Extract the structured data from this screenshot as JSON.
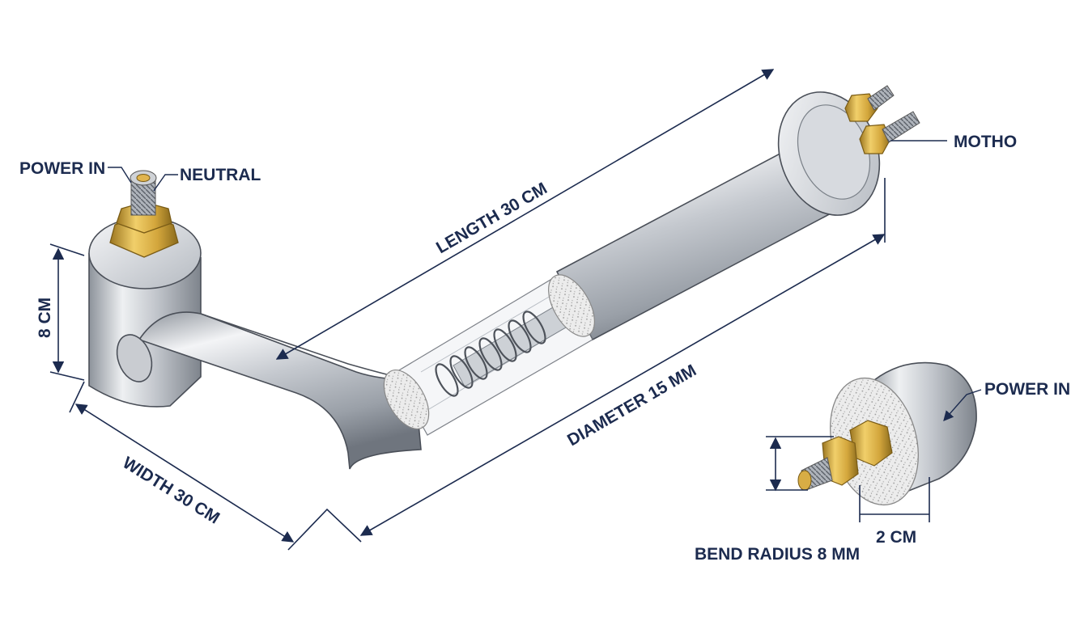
{
  "labels": {
    "power_in_top": "POWER IN",
    "neutral": "NEUTRAL",
    "motho": "MOTHO",
    "length": "LENGTH 30 CM",
    "height": "8 CM",
    "diameter": "DIAMETER 15 MM",
    "width": "WIDTH 30 CM",
    "power_in_right": "POWER IN",
    "bend_radius": "BEND RADIUS 8 MM",
    "two_cm": "2 CM"
  },
  "colors": {
    "ink": "#1c2b4f",
    "steel_light": "#eef0f3",
    "steel_mid": "#b9bec6",
    "steel_dark": "#7b818a",
    "brass": "#d9b04a",
    "brass_dark": "#8a6a1c",
    "insulation": "#e9e9e9"
  }
}
